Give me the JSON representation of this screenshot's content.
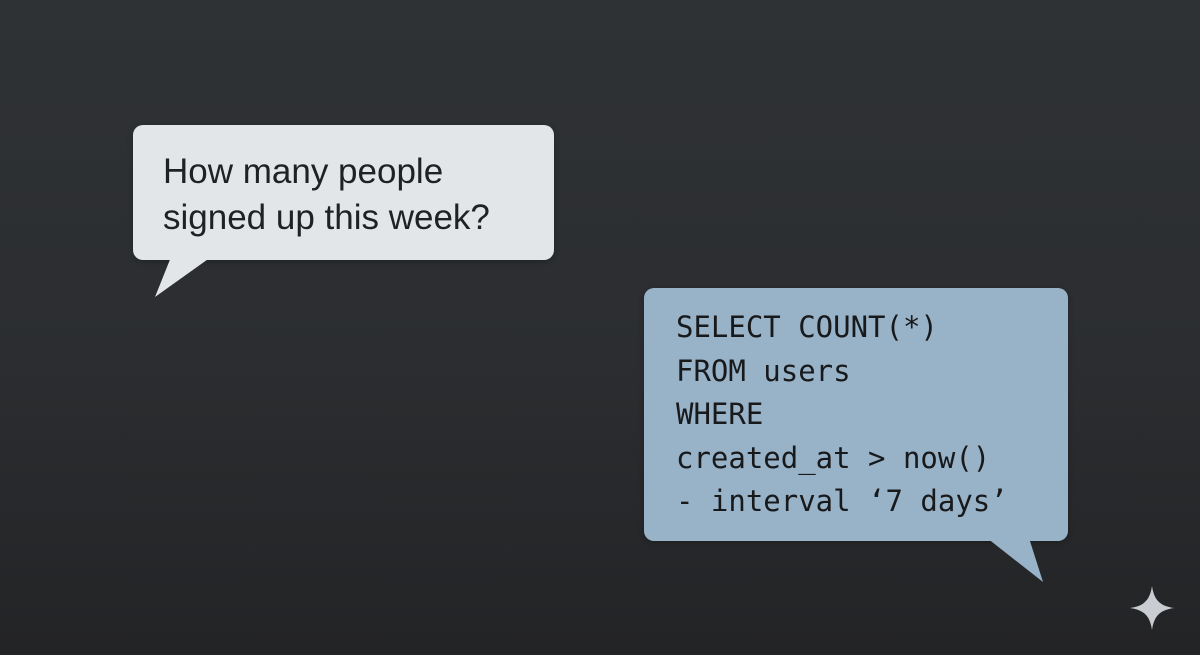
{
  "question": {
    "lines": [
      "How many people",
      "signed up this week?"
    ]
  },
  "sql": {
    "lines": [
      "SELECT COUNT(*)",
      "FROM users",
      "WHERE",
      "created_at > now()",
      "- interval ‘7 days’"
    ]
  },
  "colors": {
    "background": "#2b2d30",
    "question_bubble": "#e3e6e9",
    "sql_bubble": "#98b2c8",
    "text_dark": "#1f2124"
  },
  "icons": {
    "corner": "sparkle-icon"
  }
}
